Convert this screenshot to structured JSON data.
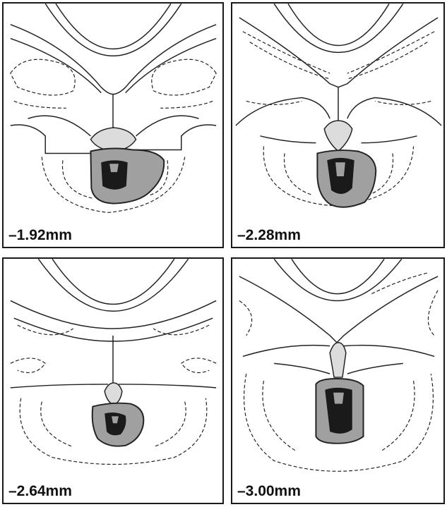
{
  "panels": [
    {
      "label": "–1.92mm"
    },
    {
      "label": "–2.28mm"
    },
    {
      "label": "–2.64mm"
    },
    {
      "label": "–3.00mm"
    }
  ],
  "colors": {
    "lesion_outer": "#a0a0a0",
    "lesion_core": "#1a1a1a",
    "ventricle": "#dcdcdc",
    "outline": "#222222"
  }
}
